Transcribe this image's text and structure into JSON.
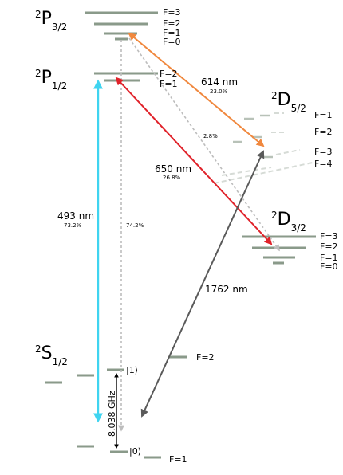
{
  "labels": {
    "p32": {
      "main": "P",
      "sup": "2",
      "sub": "3/2"
    },
    "p12": {
      "main": "P",
      "sup": "2",
      "sub": "1/2"
    },
    "d52": {
      "main": "D",
      "sup": "2",
      "sub": "5/2"
    },
    "d32": {
      "main": "D",
      "sup": "2",
      "sub": "3/2"
    },
    "s12": {
      "main": "S",
      "sup": "2",
      "sub": "1/2"
    }
  },
  "f_labels": {
    "p32": [
      "F=3",
      "F=2",
      "F=1",
      "F=0"
    ],
    "p12": [
      "F=2",
      "F=1"
    ],
    "d52": [
      "F=1",
      "F=2",
      "F=3",
      "F=4"
    ],
    "d32": [
      "F=3",
      "F=2",
      "F=1",
      "F=0"
    ],
    "s12": [
      "F=2",
      "F=1"
    ]
  },
  "transitions": {
    "t614": {
      "wavelength": "614 nm",
      "branching": "23.0%",
      "color": "#f0883e"
    },
    "t650": {
      "wavelength": "650 nm",
      "branching": "26.8%",
      "color": "#e0222a"
    },
    "t493": {
      "wavelength": "493 nm",
      "branching": "73.2%",
      "color": "#3fd4f0"
    },
    "t1762": {
      "wavelength": "1762 nm",
      "color": "#5a5a5a"
    },
    "decay_p32_s": {
      "branching": "74.2%",
      "color": "#bdbdbd"
    },
    "decay_p32_d32": {
      "branching": "2.8%",
      "color": "#bdbdbd"
    }
  },
  "qubit": {
    "splitting": "8.038 GHz",
    "ket1": "|1⟩",
    "ket0": "|0⟩"
  }
}
